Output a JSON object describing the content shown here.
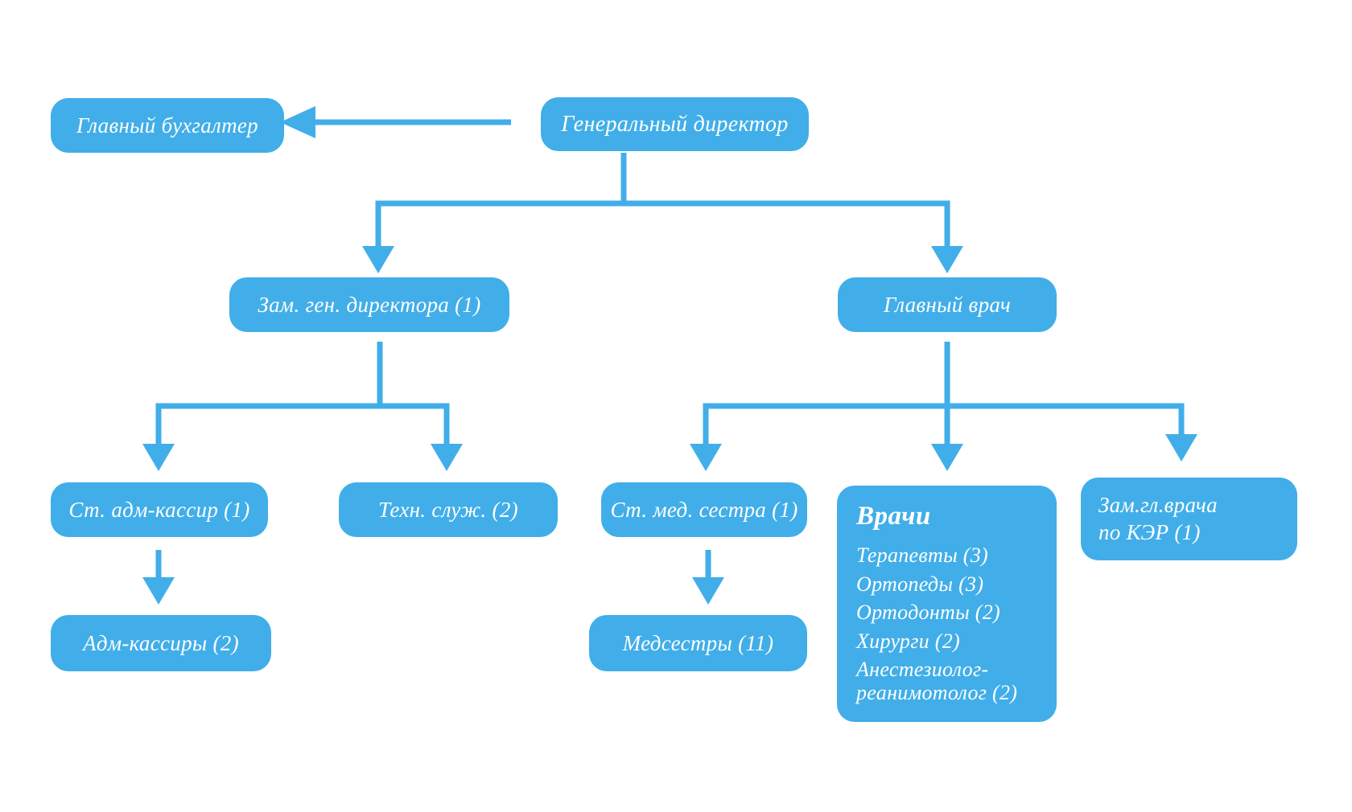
{
  "accent_color": "#41aee9",
  "background_color": "#ffffff",
  "text_color": "#ffffff",
  "nodes": {
    "chief_accountant": {
      "label": "Главный бухгалтер"
    },
    "general_director": {
      "label": "Генеральный директор"
    },
    "deputy_director": {
      "label": "Зам. ген. директора (1)"
    },
    "chief_physician": {
      "label": "Главный врач"
    },
    "senior_cashier": {
      "label": "Ст. адм-кассир (1)"
    },
    "tech_staff": {
      "label": "Техн. служ. (2)"
    },
    "senior_nurse": {
      "label": "Ст. мед. сестра (1)"
    },
    "doctors": {
      "title": "Врачи",
      "items": [
        "Терапевты (3)",
        "Ортопеды (3)",
        "Ортодонты (2)",
        "Хирурги (2)",
        "Анестезиолог-реанимотолог (2)"
      ]
    },
    "deputy_chief_physician": {
      "lines": [
        "Зам.гл.врача",
        "по КЭР (1)"
      ]
    },
    "cashiers": {
      "label": "Адм-кассиры (2)"
    },
    "nurses": {
      "label": "Медсестры (11)"
    }
  },
  "edges": [
    {
      "from": "general_director",
      "to": "chief_accountant"
    },
    {
      "from": "general_director",
      "to": "deputy_director"
    },
    {
      "from": "general_director",
      "to": "chief_physician"
    },
    {
      "from": "deputy_director",
      "to": "senior_cashier"
    },
    {
      "from": "deputy_director",
      "to": "tech_staff"
    },
    {
      "from": "chief_physician",
      "to": "senior_nurse"
    },
    {
      "from": "chief_physician",
      "to": "doctors"
    },
    {
      "from": "chief_physician",
      "to": "deputy_chief_physician"
    },
    {
      "from": "senior_cashier",
      "to": "cashiers"
    },
    {
      "from": "senior_nurse",
      "to": "nurses"
    }
  ]
}
